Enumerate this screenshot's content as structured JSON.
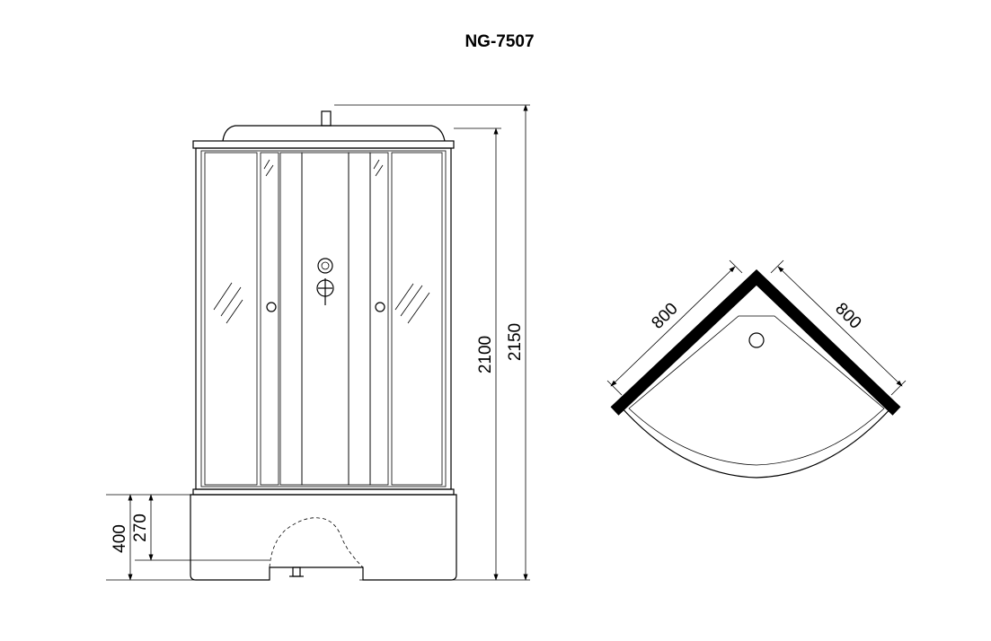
{
  "title": "NG-7507",
  "dimensions": {
    "height_cabin": "2100",
    "height_total": "2150",
    "tray_height": "400",
    "tray_inner_height": "270",
    "side_left": "800",
    "side_right": "800"
  },
  "colors": {
    "line": "#000000",
    "background": "#ffffff"
  },
  "icons": [
    "mixer-icon",
    "door-handle-icon",
    "drain-icon"
  ]
}
